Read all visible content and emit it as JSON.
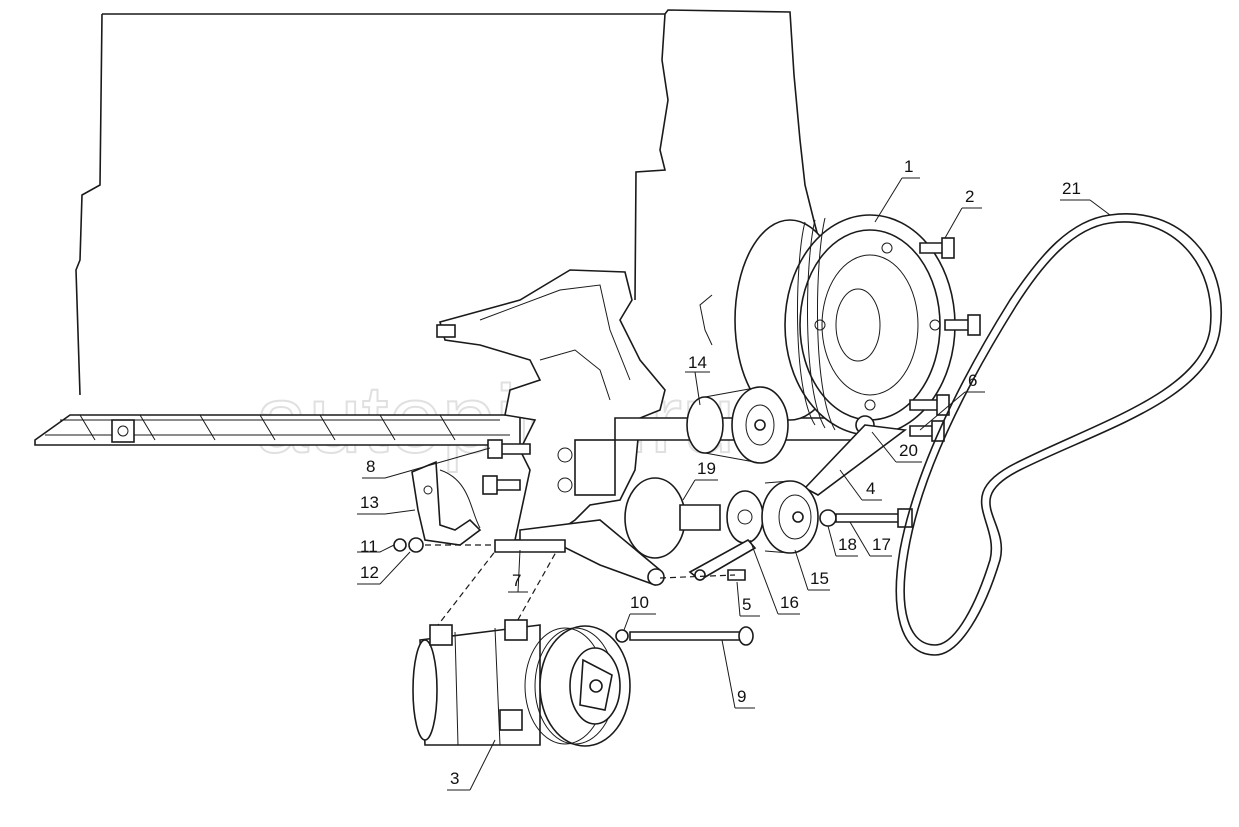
{
  "watermark": "autopiter.ru",
  "callouts": [
    {
      "id": "1",
      "label": "1"
    },
    {
      "id": "2",
      "label": "2"
    },
    {
      "id": "3",
      "label": "3"
    },
    {
      "id": "4",
      "label": "4"
    },
    {
      "id": "5",
      "label": "5"
    },
    {
      "id": "6",
      "label": "6"
    },
    {
      "id": "7",
      "label": "7"
    },
    {
      "id": "8",
      "label": "8"
    },
    {
      "id": "9",
      "label": "9"
    },
    {
      "id": "10",
      "label": "10"
    },
    {
      "id": "11",
      "label": "11"
    },
    {
      "id": "12",
      "label": "12"
    },
    {
      "id": "13",
      "label": "13"
    },
    {
      "id": "14",
      "label": "14"
    },
    {
      "id": "15",
      "label": "15"
    },
    {
      "id": "16",
      "label": "16"
    },
    {
      "id": "17",
      "label": "17"
    },
    {
      "id": "18",
      "label": "18"
    },
    {
      "id": "19",
      "label": "19"
    },
    {
      "id": "20",
      "label": "20"
    },
    {
      "id": "21",
      "label": "21"
    }
  ]
}
